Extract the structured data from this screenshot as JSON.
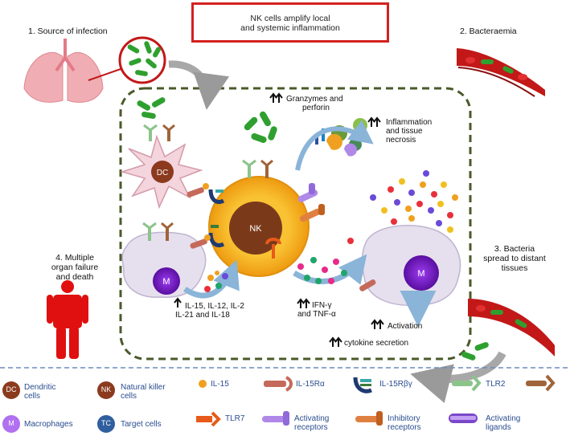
{
  "title_box": {
    "line1": "NK cells amplify local",
    "line2": "and systemic inflammation"
  },
  "stages": {
    "source": "1. Source of infection",
    "bacteraemia": "2. Bacteraemia",
    "spread": {
      "line1": "3. Bacteria",
      "line2": "spread to distant",
      "line3": "tissues"
    },
    "failure": {
      "line1": "4. Multiple",
      "line2": "organ failure",
      "line3": "and death"
    }
  },
  "annotations": {
    "granzymes": {
      "line1": "Granzymes and",
      "line2": "perforin"
    },
    "inflammation": {
      "line1": "Inflammation",
      "line2": "and tissue",
      "line3": "necrosis"
    },
    "ifn": {
      "line1": "IFN-γ",
      "line2": "and TNF-α"
    },
    "il": {
      "line1": "IL-15, IL-12, IL-2",
      "line2": "IL-21 and IL-18"
    },
    "activation": "Activation",
    "cytokine": "cytokine secretion"
  },
  "cells": {
    "dc": "DC",
    "nk": "NK",
    "m": "M",
    "m2": "M"
  },
  "legend": {
    "dc": {
      "abbr": "DC",
      "line1": "Dendritic",
      "line2": "cells"
    },
    "nk": {
      "abbr": "NK",
      "line1": "Natural killer",
      "line2": "cells"
    },
    "il15": "IL-15",
    "il15ra": "IL-15Rα",
    "il15rbg": "IL-15Rβγ",
    "tlr2": "TLR2",
    "m": {
      "abbr": "M",
      "line1": "Macrophages"
    },
    "tc": {
      "abbr": "TC",
      "line1": "Target cells"
    },
    "tlr7": "TLR7",
    "act_rec": {
      "line1": "Activating",
      "line2": "receptors"
    },
    "inh_rec": {
      "line1": "Inhibitory",
      "line2": "receptors"
    },
    "act_lig": {
      "line1": "Activating",
      "line2": "ligands"
    }
  },
  "colors": {
    "title_border": "#d42020",
    "dashed_frame": "#4a5a2a",
    "dc_body": "#f4d4dd",
    "dc_nucleus": "#8b3a1e",
    "nk_body": "#f7b51c",
    "nk_nucleus": "#7a3a1a",
    "macrophage_body": "#e6e0ee",
    "macrophage_nucleus": "#7a1ec8",
    "bacteria": "#3a9e3a",
    "vessel": "#c21818",
    "human": "#e01010",
    "legend_text": "#2a4d8f"
  }
}
